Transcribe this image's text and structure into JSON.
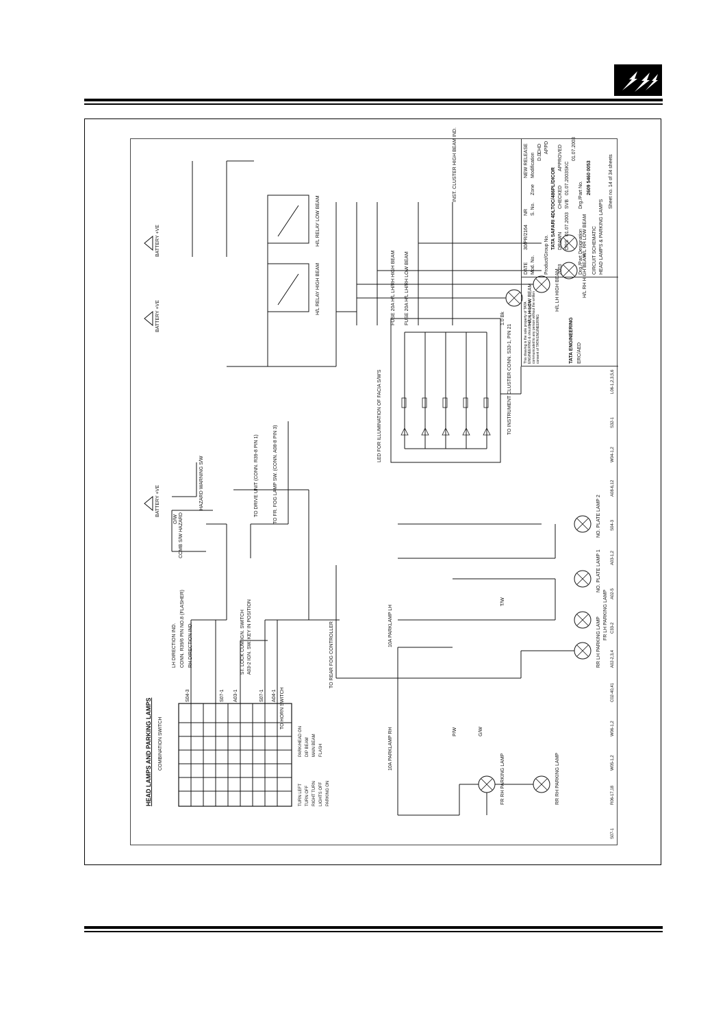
{
  "page": {
    "title": "HEAD LAMPS AND PARKING LAMPS"
  },
  "combination_switch": {
    "title": "COMBINATION SWITCH",
    "positions": [
      "TURN LEFT",
      "TURN OFF",
      "RIGHT TURN",
      "LIGHTS OFF",
      "PARKING ON",
      "PARK/HEAD ON",
      "DIP BEAM",
      "MAIN BEAM",
      "FLASH"
    ],
    "terminals": [
      "S04-3",
      "S07-1",
      "A03-1",
      "S07-1",
      "A04-1"
    ]
  },
  "labels": {
    "battery1": "BATTERY +VE",
    "battery2": "BATTERY +VE",
    "battery3": "BATTERY +VE",
    "hazard_switch": "COMB S/W HAZARD",
    "hazard_warning": "HAZARD WARNING S/W",
    "lh_direction": "LH DIRECTION IND.",
    "rh_direction": "RH DIRECTION IND.",
    "flasher": "CONN. R39/6 PIN NO.8 (FLASHER)",
    "st_lock": "ST. LOCK CUM IGN. SWITCH",
    "key_in": "A03-2 IGN. SW. KEY IN POSITION",
    "rear_fog": "TO REAR FOG CONTROLLER",
    "horn_switch": "TO HORN SWITCH",
    "drive_unit": "TO DRIVE UNIT (CONN. R39-8 PIN 1)",
    "fr_fog": "TO FR. FOG LAMP SW. (CONN. A08-8 PIN 3)",
    "led_facia": "LED FOR ILLUMINATION OF FACIA S/W'S",
    "instrument_cluster": "TO INSTRUMENT CLUSTER CONN. S33-1, PIN 21",
    "relay_high": "H/L RELAY HIGH BEAM",
    "relay_low": "H/L RELAY LOW BEAM",
    "fuse_high": "FUSE 20A H/L LH/RH HIGH BEAM",
    "fuse_low": "FUSE 20A H/L LH/RH LOW BEAM",
    "instr_cluster_hb": "INST. CLUSTER HIGH BEAM IND.",
    "lamp_lh_low": "H/L LH LOW BEAM",
    "lamp_lh_high": "H/L LH HIGH BEAM",
    "lamp_rh_high": "H/L RH HIGH BEAM",
    "lamp_rh_low": "H/L RH LOW BEAM",
    "fr_rh_park": "FR RH PARKING LAMP",
    "rr_rh_park": "RR RH PARKING LAMP",
    "rr_lh_park": "RR LH PARKING LAMP",
    "fr_lh_park": "FR LH PARKING LAMP",
    "plate1": "NO. PLATE LAMP 1",
    "plate2": "NO. PLATE LAMP 2",
    "fuse_park_lh": "10A PARKLAMP LH",
    "fuse_park_rh": "10A PARKLAMP RH",
    "wire_pw": "P/W",
    "wire_gw": "G/W",
    "wire_ow": "O/W",
    "wire_tw": "T/W",
    "wire_bk": "1.0 Bk"
  },
  "connectors": [
    "S07-1",
    "R06-17,18",
    "W05-1,2",
    "W06-1,2",
    "C02-40,41",
    "A02-2,3,4",
    "C33-2",
    "A02-5",
    "A03-1,2",
    "S04-3",
    "A08-6,12",
    "W04-1,2",
    "S32-1",
    "L06-1,2,3,5,6"
  ],
  "title_block": {
    "notice": "This drawing is the sole property of TATA ENGINEERING & should not be copied or communicated to any person without the written consent of TATA ENGINEERING",
    "company": "TATA ENGINEERING",
    "department": "ERC/AED",
    "date": "DATE",
    "mod_no": "Mod. No.",
    "nr": "NR",
    "s_no": "S. No.",
    "zone": "Zone",
    "modification": "Modification",
    "new_release": "NEW RELEASE",
    "date_value": "30/PR/2164",
    "dd": "D.D.",
    "chd": "CHD",
    "appd": "APPD",
    "product": "Product/Group No.",
    "product_value": "TATA SAFARI 4DLTOC/486PL/DICOR",
    "year": "2003",
    "drawn": "DRAWN",
    "checked": "CHECKED",
    "approved": "APPROVED",
    "drs": "DRS",
    "drs_date": "01.07.2003",
    "svb": "SVB",
    "svb_date": "01.07.2003",
    "skc": "SKC",
    "skc_date": "01.07.2003",
    "part": "Drg./Part Designation",
    "drg_no": "Drg./Part No.",
    "drg_value": "2609 5460 0053",
    "circuit": "CIRCUIT SCHEMATIC",
    "circuit_sub": "HEAD LAMPS & PARKING LAMPS",
    "sheet": "Sheet no. 14 of 34 sheets"
  }
}
